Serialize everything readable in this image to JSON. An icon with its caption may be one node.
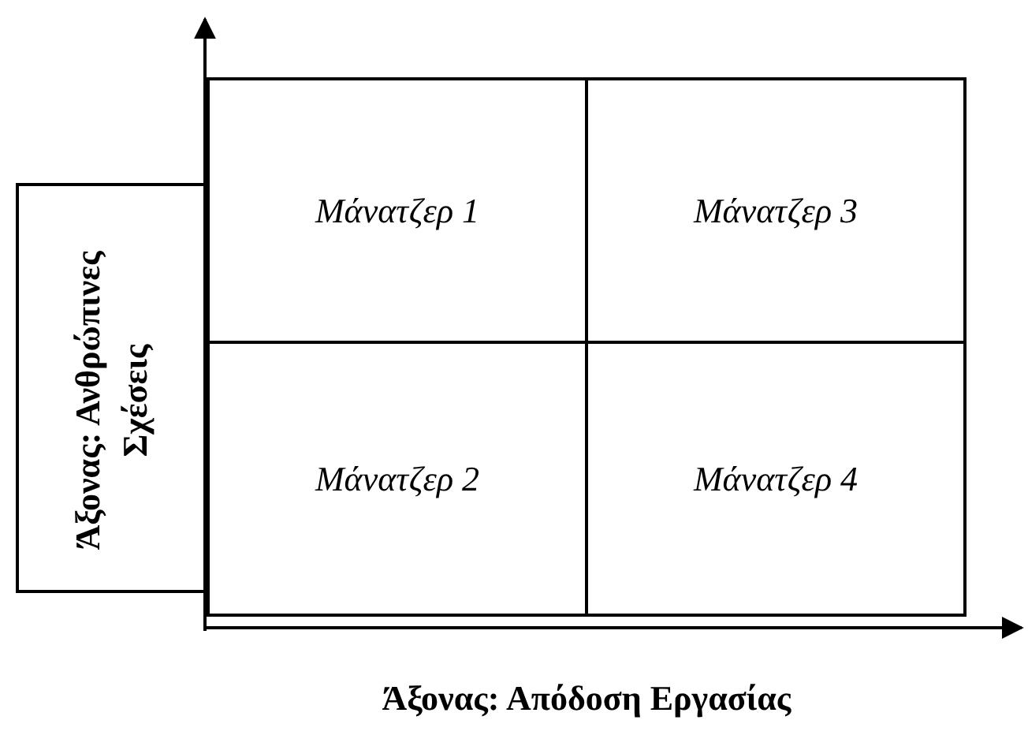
{
  "diagram": {
    "nodes": [
      {
        "text": [
          "Άξονας: Ανθρώπινες Σχέσεις"
        ]
      },
      {
        "text": [
          "Μάνατζερ 1"
        ]
      },
      {
        "text": [
          "Μάνατζερ 3"
        ]
      },
      {
        "text": [
          "Μάνατζερ 2"
        ]
      },
      {
        "text": [
          "Μάνατζερ 4"
        ]
      }
    ],
    "edges": [],
    "labels": [
      "Άξονας: Απόδοση Εργασίας"
    ]
  }
}
